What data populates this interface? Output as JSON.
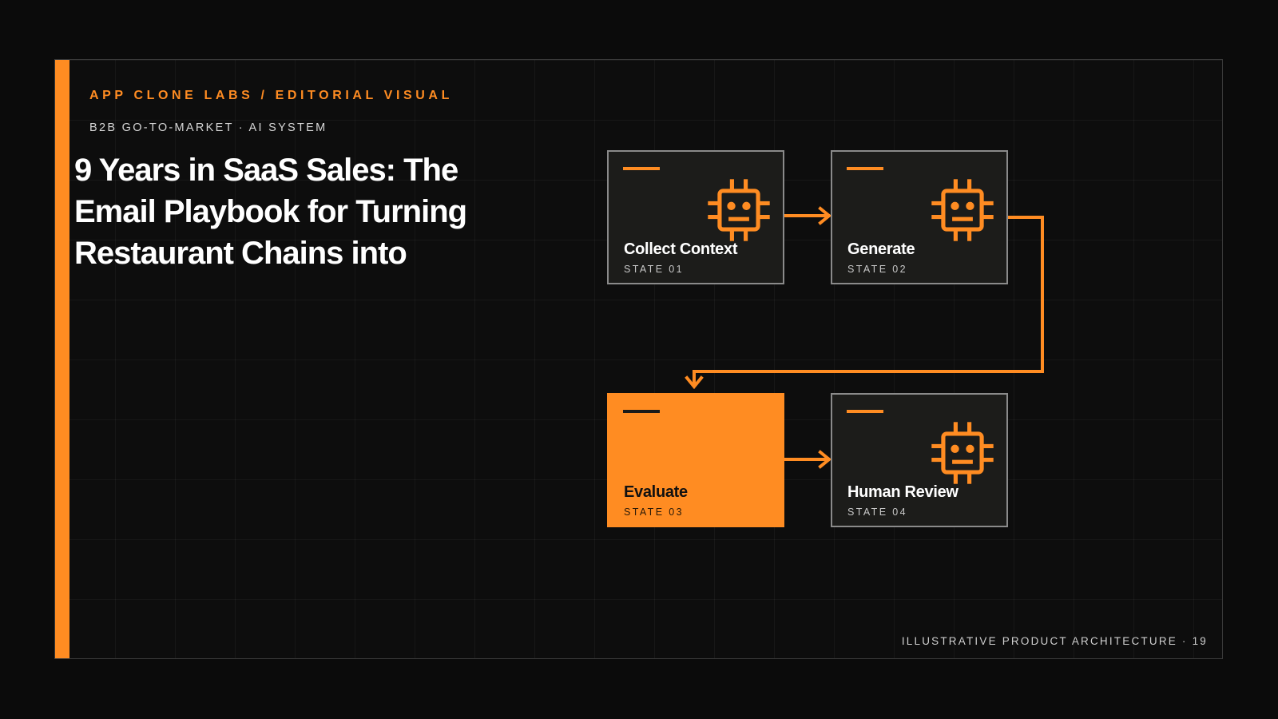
{
  "brand": {
    "eyebrow": "APP CLONE LABS / EDITORIAL VISUAL",
    "accent_color": "#ff8c22"
  },
  "subtag": "B2B GO-TO-MARKET · AI SYSTEM",
  "title": "9 Years in SaaS Sales: The Email Playbook for Turning Restaurant Chains into",
  "footer": "ILLUSTRATIVE PRODUCT ARCHITECTURE · 19",
  "diagram": {
    "nodes": [
      {
        "label": "Collect Context",
        "state": "STATE 01",
        "icon": "robot-chip-icon",
        "highlighted": false
      },
      {
        "label": "Generate",
        "state": "STATE 02",
        "icon": "robot-chip-icon",
        "highlighted": false
      },
      {
        "label": "Evaluate",
        "state": "STATE 03",
        "icon": "",
        "highlighted": true
      },
      {
        "label": "Human Review",
        "state": "STATE 04",
        "icon": "robot-chip-icon",
        "highlighted": false
      }
    ],
    "edges": [
      {
        "from": "Collect Context",
        "to": "Generate"
      },
      {
        "from": "Generate",
        "to": "Evaluate"
      },
      {
        "from": "Evaluate",
        "to": "Human Review"
      }
    ]
  }
}
